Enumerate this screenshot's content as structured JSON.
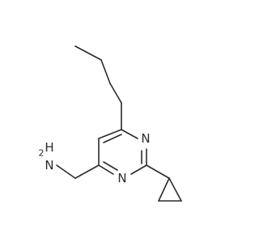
{
  "molecule": {
    "atoms": {
      "n1": "N",
      "n3": "N",
      "nh2": "NH2"
    },
    "nh2_parts": {
      "h": "H",
      "n": "N",
      "sub": "2"
    },
    "colors": {
      "bond": "#2b2b2b",
      "label": "#2b2b2b",
      "background": "#ffffff"
    }
  }
}
